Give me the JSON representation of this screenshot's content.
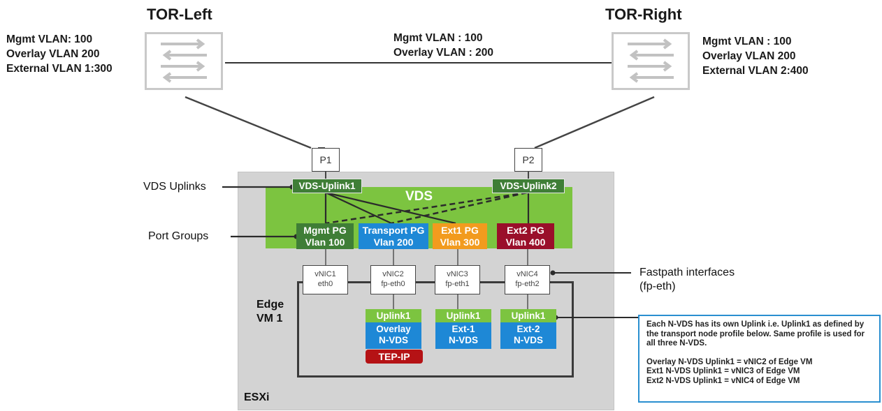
{
  "tor_left": {
    "title": "TOR-Left",
    "vlans": [
      "Mgmt VLAN: 100",
      "Overlay VLAN 200",
      "External VLAN 1:300"
    ]
  },
  "tor_right": {
    "title": "TOR-Right",
    "vlans": [
      "Mgmt VLAN : 100",
      "Overlay VLAN 200",
      "External VLAN 2:400"
    ]
  },
  "link_vlans": [
    "Mgmt VLAN : 100",
    "Overlay VLAN : 200"
  ],
  "ports": {
    "p1": "P1",
    "p2": "P2"
  },
  "vds": {
    "title": "VDS",
    "uplink1": "VDS-Uplink1",
    "uplink2": "VDS-Uplink2"
  },
  "port_groups": [
    {
      "name": "Mgmt PG",
      "vlan": "Vlan 100",
      "color": "#3f7e36"
    },
    {
      "name": "Transport PG",
      "vlan": "Vlan 200",
      "color": "#1e88d6"
    },
    {
      "name": "Ext1 PG",
      "vlan": "Vlan 300",
      "color": "#f29b1e"
    },
    {
      "name": "Ext2 PG",
      "vlan": "Vlan 400",
      "color": "#9a0f2a"
    }
  ],
  "vnics": [
    {
      "name": "vNIC1",
      "iface": "eth0"
    },
    {
      "name": "vNIC2",
      "iface": "fp-eth0"
    },
    {
      "name": "vNIC3",
      "iface": "fp-eth1"
    },
    {
      "name": "vNIC4",
      "iface": "fp-eth2"
    }
  ],
  "nvds": [
    {
      "uplink": "Uplink1",
      "line1": "Overlay",
      "line2": "N-VDS"
    },
    {
      "uplink": "Uplink1",
      "line1": "Ext-1",
      "line2": "N-VDS"
    },
    {
      "uplink": "Uplink1",
      "line1": "Ext-2",
      "line2": "N-VDS"
    }
  ],
  "tep": "TEP-IP",
  "edge_vm": {
    "line1": "Edge",
    "line2": "VM 1"
  },
  "esxi": "ESXi",
  "callouts": {
    "vds_uplinks": "VDS Uplinks",
    "port_groups": "Port Groups",
    "fastpath_line1": "Fastpath interfaces",
    "fastpath_line2": "(fp-eth)"
  },
  "note": {
    "para1": "Each N-VDS has its own Uplink i.e. Uplink1 as defined by the transport node profile below. Same profile is used for all three N-VDS.",
    "lines": [
      "Overlay N-VDS Uplink1 = vNIC2 of Edge VM",
      "Ext1 N-VDS Uplink1 = vNIC3 of Edge VM",
      "Ext2 N-VDS Uplink1 = vNIC4 of Edge VM"
    ]
  },
  "colors": {
    "vds_green": "#7cc440",
    "uplink_dark_green": "#3f7e36",
    "nvds_blue": "#1e88d6",
    "tep_red": "#b51215",
    "note_border": "#2a8fd0",
    "esxi_gray": "#d3d3d3"
  }
}
